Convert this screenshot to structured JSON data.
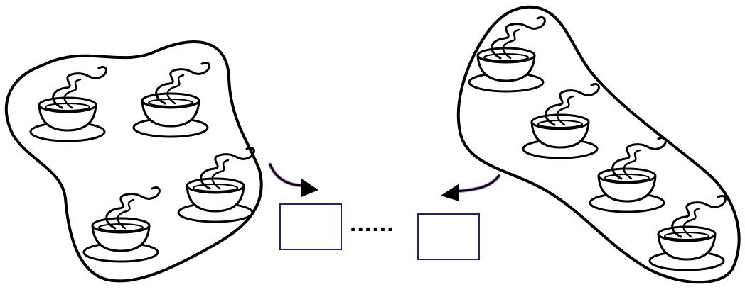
{
  "left_group": {
    "cup_count": 4
  },
  "right_group": {
    "cup_count": 4
  },
  "result_boxes": {
    "count": 2,
    "border_color": "#22227a"
  },
  "ellipsis_text": "......",
  "arrow_highlight_color": "#b07ad9",
  "colors": {
    "ink": "#000000",
    "background": "#ffffff"
  },
  "icons": {
    "cup": "steaming-cup-icon",
    "arrow": "curved-arrow-icon"
  }
}
